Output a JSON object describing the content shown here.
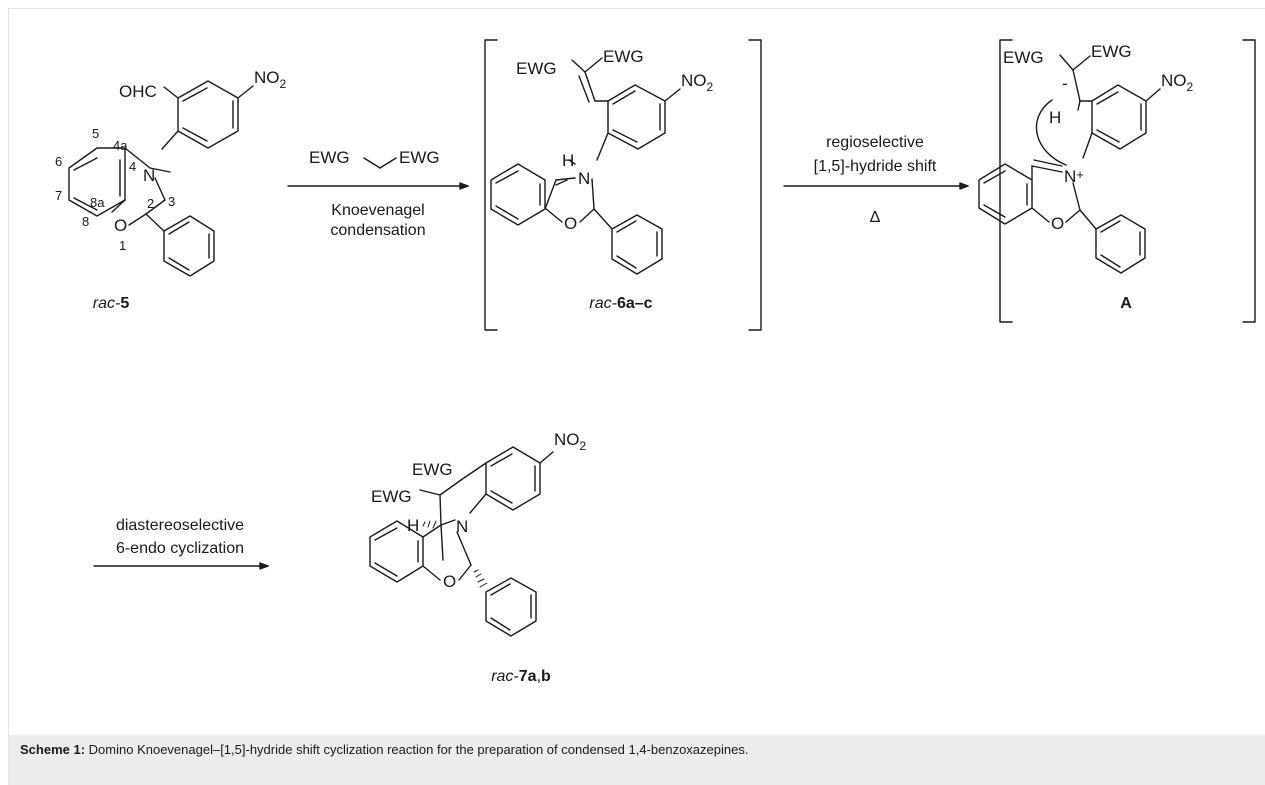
{
  "labels": {
    "no2": "NO",
    "no2_sub": "2",
    "ohc": "OHC",
    "n": "N",
    "o": "O",
    "h": "H",
    "ewg": "EWG",
    "plus": "+",
    "minus": "-"
  },
  "locants": [
    "5",
    "4a",
    "4",
    "3",
    "6",
    "2",
    "7",
    "8",
    "8a",
    "1"
  ],
  "compounds": {
    "c5": {
      "prefix": "rac-",
      "bold": "5",
      "rest": ""
    },
    "c6": {
      "prefix": "rac-",
      "bold": "6a",
      "dash": "–",
      "bold2": "c"
    },
    "cA": {
      "bold": "A"
    },
    "c7": {
      "prefix": "rac-",
      "bold": "7a",
      "comma": ",",
      "bold2": "b"
    }
  },
  "arrows": {
    "a1": {
      "below_1": "Knoevenagel",
      "below_2": "condensation"
    },
    "a2": {
      "above_1": "regioselective",
      "above_2": "[1,5]-hydride shift",
      "below_1": "Δ"
    },
    "a3": {
      "above_1": "diastereoselective",
      "above_2": "6-endo cyclization"
    }
  },
  "caption": {
    "label": "Scheme 1:",
    "text": " Domino Knoevenagel–[1,5]-hydride shift cyclization reaction for the preparation of condensed 1,4-benzoxazepines."
  }
}
